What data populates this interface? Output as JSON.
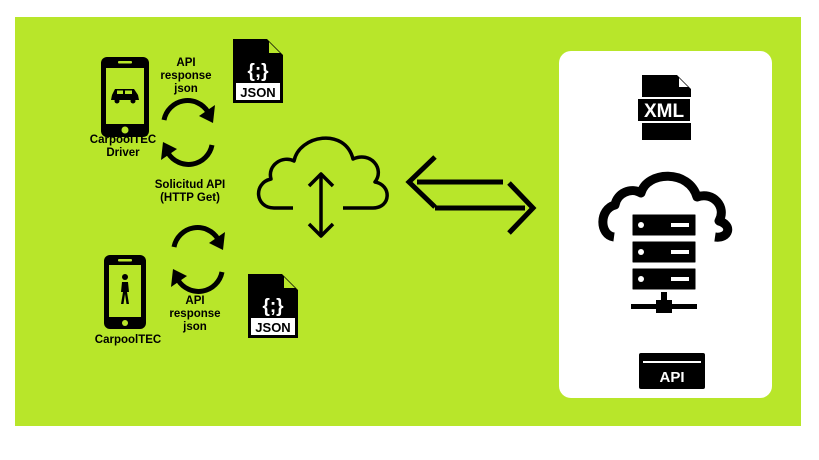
{
  "colors": {
    "background": "#b8e62a",
    "foreground": "#000000",
    "panel": "#ffffff"
  },
  "driver": {
    "label_line1": "CarpoolTEC",
    "label_line2": "Driver",
    "icon": "smartphone-car-icon"
  },
  "passenger": {
    "label": "CarpoolTEC",
    "icon": "smartphone-pedestrian-icon"
  },
  "top_response": {
    "line1": "API",
    "line2": "response",
    "line3": "json"
  },
  "bottom_response": {
    "line1": "API",
    "line2": "response",
    "line3": "json"
  },
  "request": {
    "line1": "Solicitud API",
    "line2": "(HTTP Get)"
  },
  "json_badge_top": "JSON",
  "json_badge_bottom": "JSON",
  "json_symbol": "{;}",
  "xml_badge": "XML",
  "api_badge": "API"
}
